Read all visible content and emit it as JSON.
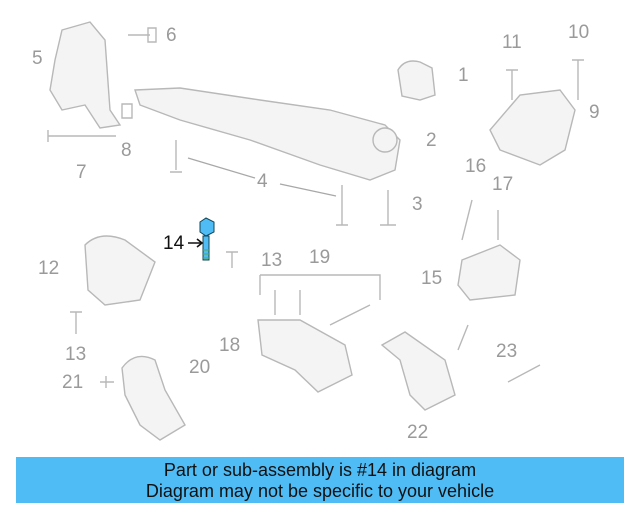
{
  "diagram": {
    "highlight_color": "#4fbcf5",
    "callouts": [
      "1",
      "2",
      "3",
      "4",
      "5",
      "6",
      "7",
      "8",
      "9",
      "10",
      "11",
      "12",
      "13",
      "13",
      "14",
      "15",
      "16",
      "17",
      "18",
      "19",
      "20",
      "21",
      "22",
      "23"
    ],
    "highlighted": "14"
  },
  "banner": {
    "line1": "Part or sub-assembly is #14 in diagram",
    "line2": "Diagram may not be specific to your vehicle",
    "background": "#4fbcf5"
  }
}
